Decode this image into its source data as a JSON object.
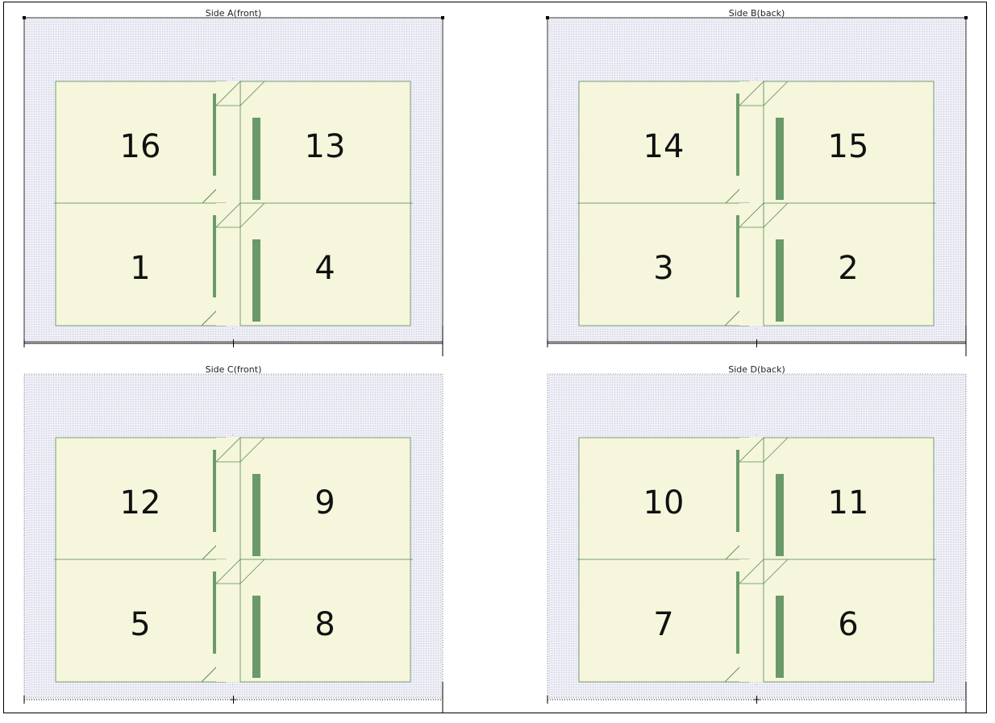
{
  "header": {
    "title": ""
  },
  "colors": {
    "sheet_fill": "#e6e6f2",
    "page_fill": "#f5f6dc",
    "page_stroke": "#5a8a5a",
    "spine_bar": "#6a9a6a",
    "frame": "#000000"
  },
  "sides": [
    {
      "label": "Side A(front)",
      "pages": [
        {
          "num": "16",
          "spine": "right"
        },
        {
          "num": "13",
          "spine": "left"
        },
        {
          "num": "1",
          "spine": "right"
        },
        {
          "num": "4",
          "spine": "left"
        }
      ]
    },
    {
      "label": "Side B(back)",
      "pages": [
        {
          "num": "14",
          "spine": "right"
        },
        {
          "num": "15",
          "spine": "left"
        },
        {
          "num": "3",
          "spine": "right"
        },
        {
          "num": "2",
          "spine": "left"
        }
      ]
    },
    {
      "label": "Side C(front)",
      "pages": [
        {
          "num": "12",
          "spine": "right"
        },
        {
          "num": "9",
          "spine": "left"
        },
        {
          "num": "5",
          "spine": "right"
        },
        {
          "num": "8",
          "spine": "left"
        }
      ]
    },
    {
      "label": "Side D(back)",
      "pages": [
        {
          "num": "10",
          "spine": "right"
        },
        {
          "num": "11",
          "spine": "left"
        },
        {
          "num": "7",
          "spine": "right"
        },
        {
          "num": "6",
          "spine": "left"
        }
      ]
    }
  ]
}
